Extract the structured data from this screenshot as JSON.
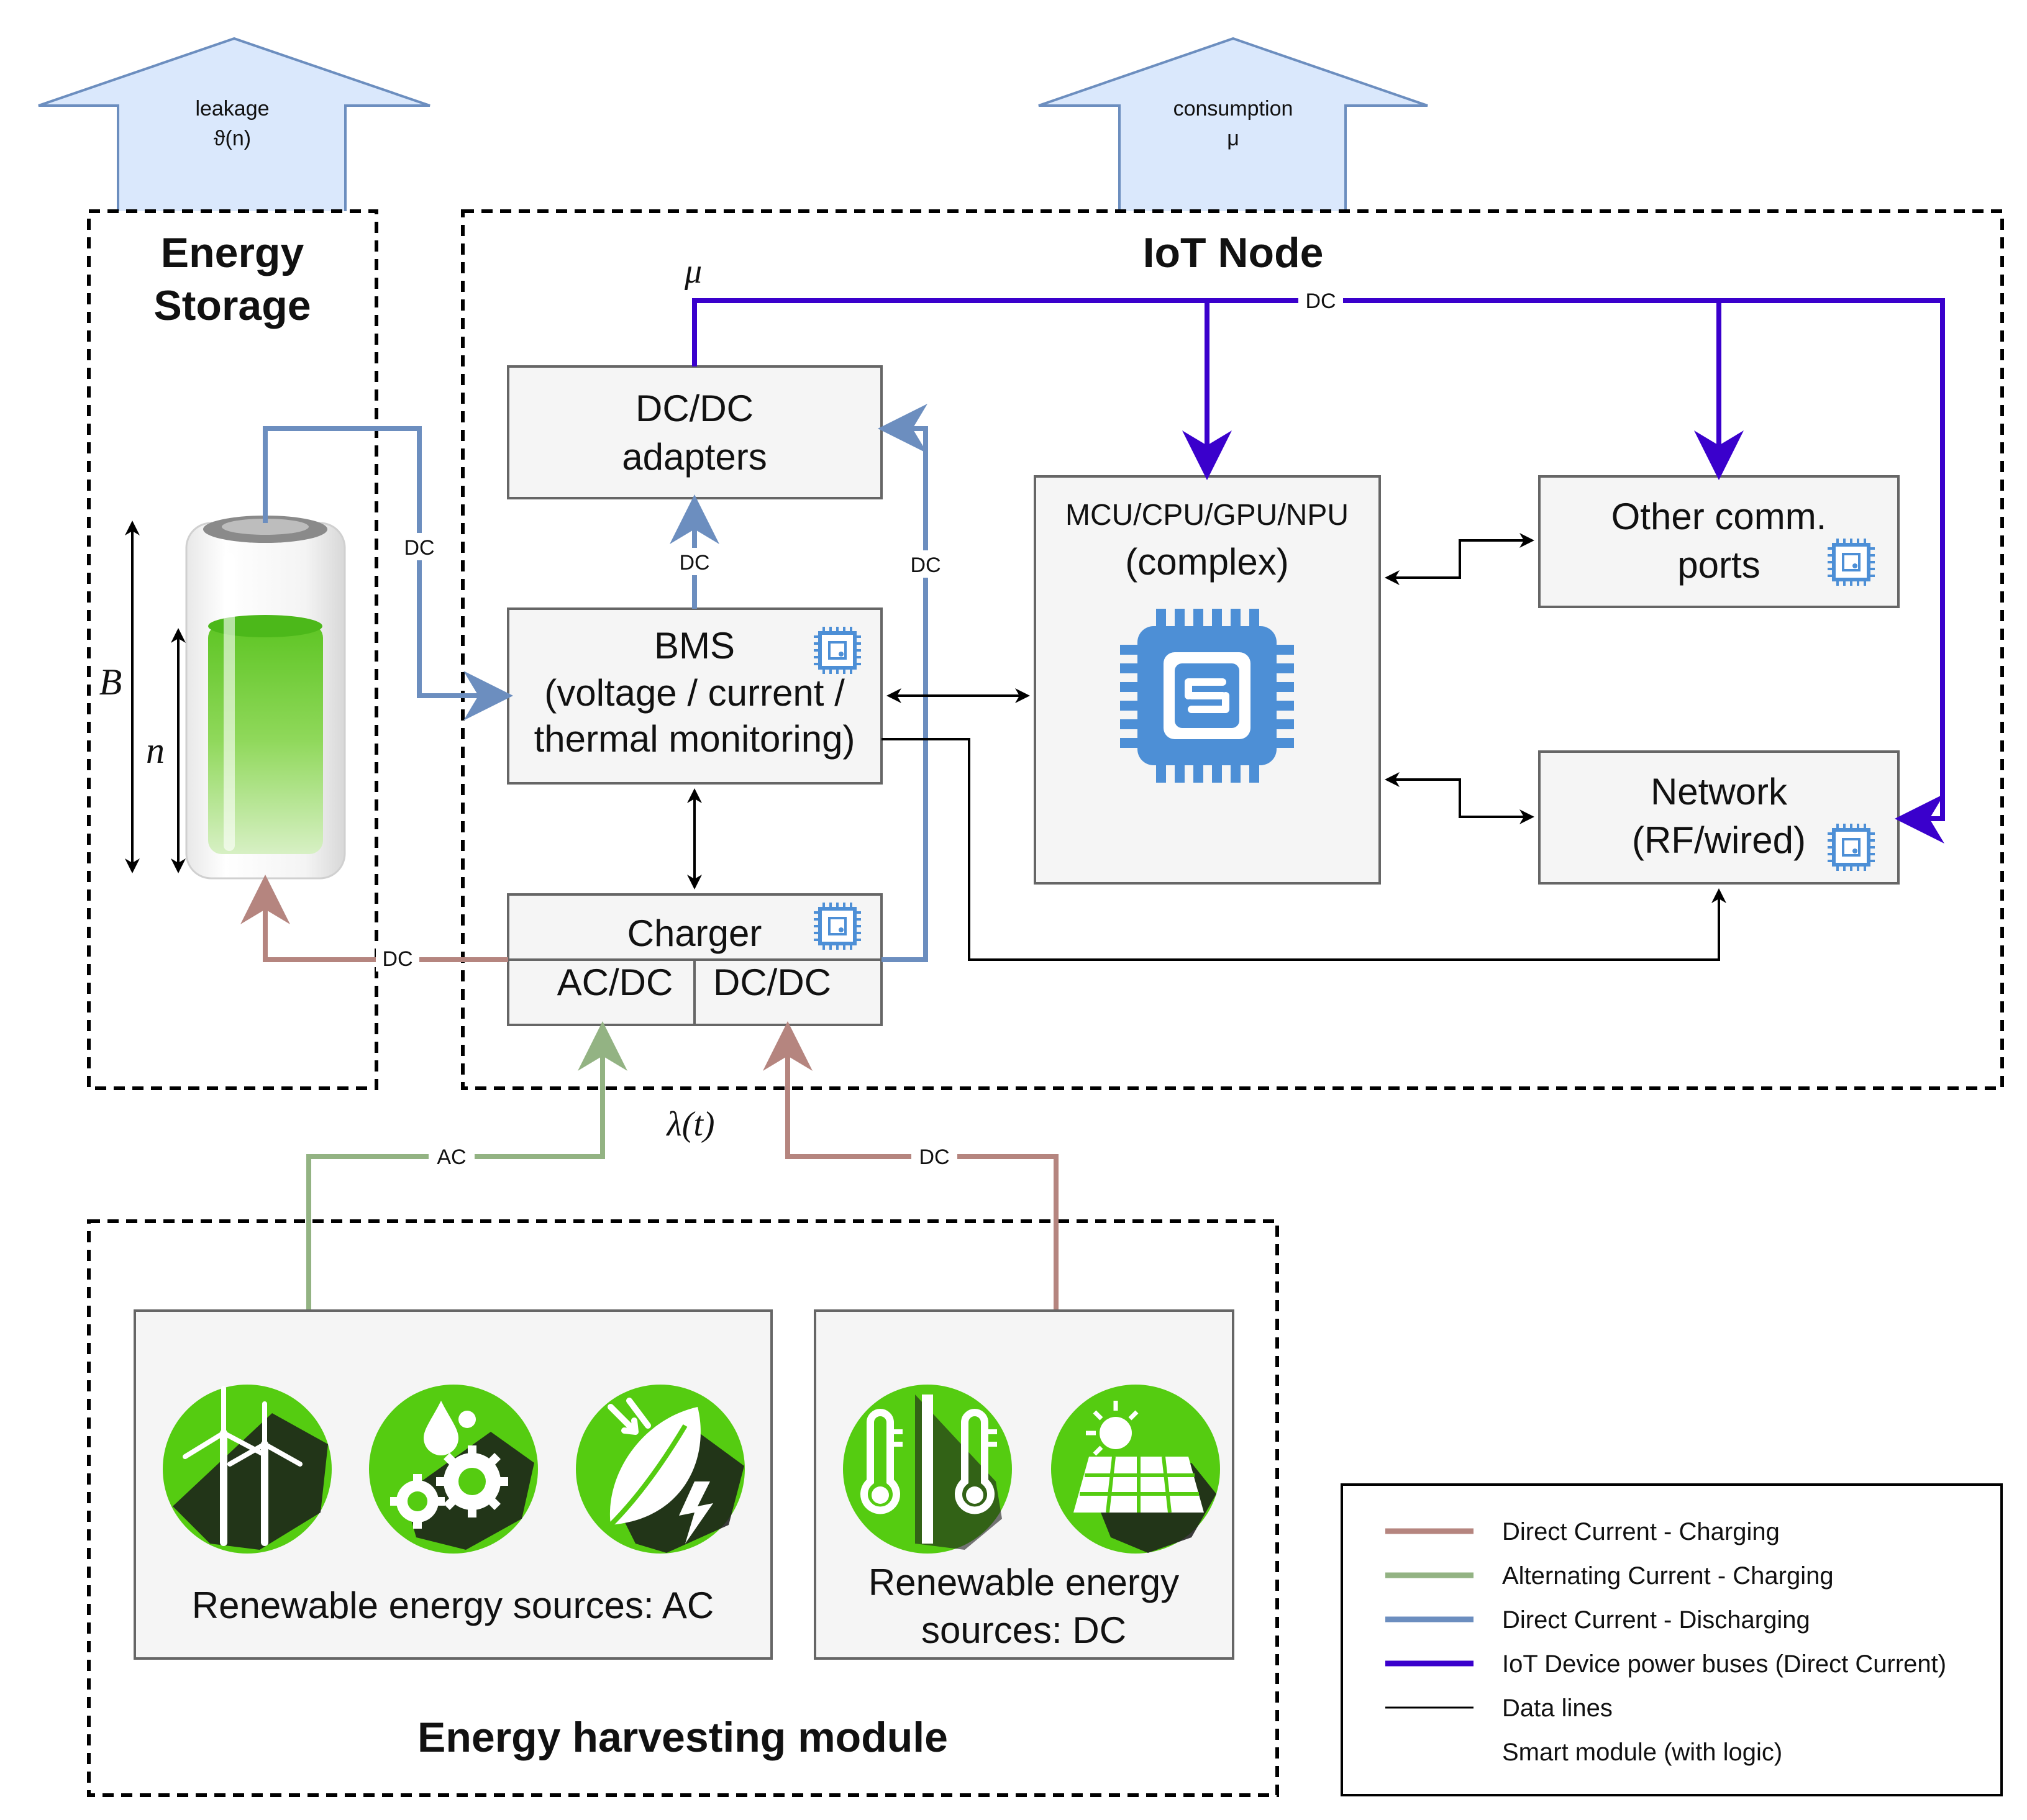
{
  "top_arrows": {
    "leakage": {
      "line1": "leakage",
      "line2": "ϑ(n)"
    },
    "consumption": {
      "line1": "consumption",
      "line2": "μ"
    }
  },
  "groups": {
    "energy_storage": {
      "line1": "Energy",
      "line2": "Storage"
    },
    "iot_node": "IoT Node",
    "harvesting": "Energy harvesting module"
  },
  "battery": {
    "capacity_symbol": "B",
    "level_symbol": "n"
  },
  "boxes": {
    "dcdc_adapters": {
      "line1": "DC/DC",
      "line2": "adapters"
    },
    "bms": {
      "line1": "BMS",
      "line2": "(voltage / current /",
      "line3": "thermal monitoring)"
    },
    "charger": {
      "title": "Charger",
      "left": "AC/DC",
      "right": "DC/DC"
    },
    "mcu": {
      "line1": "MCU/CPU/GPU/NPU",
      "line2": "(complex)"
    },
    "other_ports": {
      "line1": "Other comm.",
      "line2": "ports"
    },
    "network": {
      "line1": "Network",
      "line2": "(RF/wired)"
    },
    "sources_ac": "Renewable energy sources: AC",
    "sources_dc": {
      "line1": "Renewable energy",
      "line2": "sources: DC"
    }
  },
  "edge_labels": {
    "battery_to_bms": "DC",
    "bms_to_adapters": "DC",
    "charger_to_adapters": "DC",
    "charger_to_battery": "DC",
    "bus": "DC",
    "ac_sources": "AC",
    "dc_sources": "DC",
    "mu": "μ",
    "lambda": "λ(t)"
  },
  "legend": {
    "items": [
      {
        "label": "Direct Current - Charging",
        "color": "#b5857f"
      },
      {
        "label": "Alternating Current - Charging",
        "color": "#93b383"
      },
      {
        "label": "Direct Current - Discharging",
        "color": "#6c8ebf"
      },
      {
        "label": "IoT Device power buses (Direct Current)",
        "color": "#3a00cc"
      },
      {
        "label": "Data lines",
        "color": "#000000"
      },
      {
        "label": "Smart module (with logic)",
        "color": "#3a86c8"
      }
    ]
  },
  "colors": {
    "dc_charging": "#b5857f",
    "ac_charging": "#93b383",
    "dc_discharging": "#6c8ebf",
    "power_bus": "#3a00cc",
    "icon_green": "#55cc11",
    "chip_blue": "#4d8fd6",
    "box_fill": "#f5f5f5",
    "arrow_fill": "#dae8fc"
  }
}
